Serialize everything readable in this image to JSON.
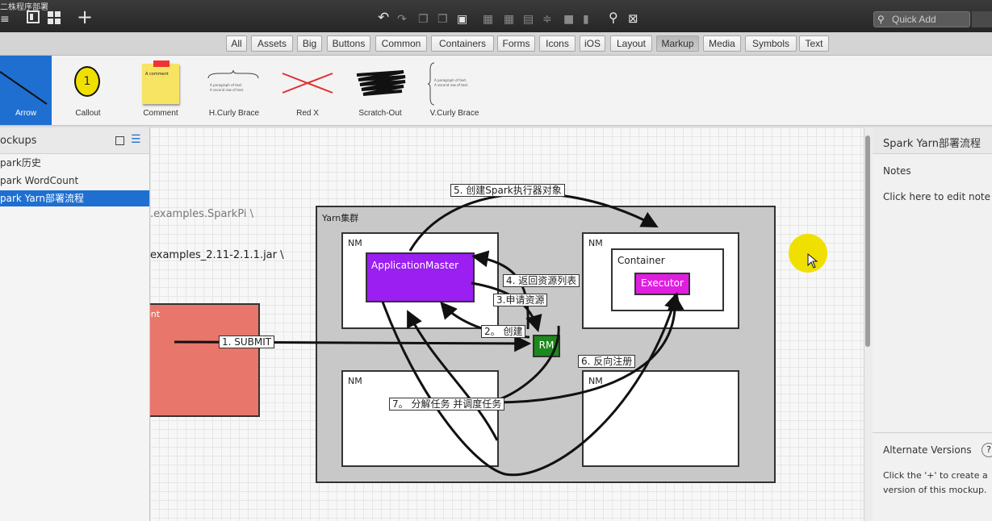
{
  "window": {
    "title_fragment": "二株程序部署"
  },
  "toolbar": {
    "quick_add_placeholder": "Quick Add",
    "icons": [
      "panel-toggle-icon",
      "grid-view-icon",
      "add-icon",
      "undo-icon",
      "redo-icon",
      "copy-icon",
      "duplicate-icon",
      "paste-icon",
      "group-icon",
      "ungroup-icon",
      "align-icon",
      "distribute-icon",
      "lock-icon",
      "trash-icon",
      "zoom-icon",
      "close-box-icon"
    ]
  },
  "filters": [
    {
      "label": "All"
    },
    {
      "label": "Assets"
    },
    {
      "label": "Big"
    },
    {
      "label": "Buttons"
    },
    {
      "label": "Common"
    },
    {
      "label": "Containers"
    },
    {
      "label": "Forms"
    },
    {
      "label": "Icons"
    },
    {
      "label": "iOS"
    },
    {
      "label": "Layout"
    },
    {
      "label": "Markup",
      "active": true
    },
    {
      "label": "Media"
    },
    {
      "label": "Symbols"
    },
    {
      "label": "Text"
    }
  ],
  "components": [
    {
      "label": "Arrow"
    },
    {
      "label": "Callout"
    },
    {
      "label": "Comment"
    },
    {
      "label": "H.Curly Brace"
    },
    {
      "label": "Red X"
    },
    {
      "label": "Scratch-Out"
    },
    {
      "label": "V.Curly Brace"
    }
  ],
  "component_texts": {
    "callout_number": "1",
    "comment_text": "A comment",
    "brace_text_1": "A paragraph of text.",
    "brace_text_2": "A second row of text."
  },
  "left_panel": {
    "title": "ockups",
    "items": [
      {
        "label": "park历史"
      },
      {
        "label": "park WordCount"
      },
      {
        "label": "park Yarn部署流程",
        "selected": true
      }
    ]
  },
  "canvas": {
    "cmd_line_1": ".examples.SparkPi \\",
    "cmd_line_2": "examples_2.11-2.1.1.jar \\",
    "client_label": "ent",
    "yarn_label": "Yarn集群",
    "nm_label": "NM",
    "app_master": "ApplicationMaster",
    "container": "Container",
    "executor": "Executor",
    "rm": "RM",
    "step1": "1. SUBMIT",
    "step2": "2。 创建",
    "step3": "3.申请资源",
    "step4": "4. 返回资源列表",
    "step5": "5. 创建Spark执行器对象",
    "step6": "6. 反向注册",
    "step7": "7。 分解任务 并调度任务"
  },
  "right_panel": {
    "title": "Spark Yarn部署流程",
    "notes_heading": "Notes",
    "notes_placeholder": "Click here to edit note",
    "alt_versions": "Alternate Versions",
    "help_icon": "?",
    "alt_hint_1": "Click the '+' to create a",
    "alt_hint_2": "version of this mockup."
  },
  "colors": {
    "accent": "#1f6fd1",
    "app_master": "#9b1ff0",
    "executor": "#e01ee0",
    "rm": "#1b8a1b",
    "client": "#e8766a",
    "cursor_highlight": "#f0e000"
  }
}
